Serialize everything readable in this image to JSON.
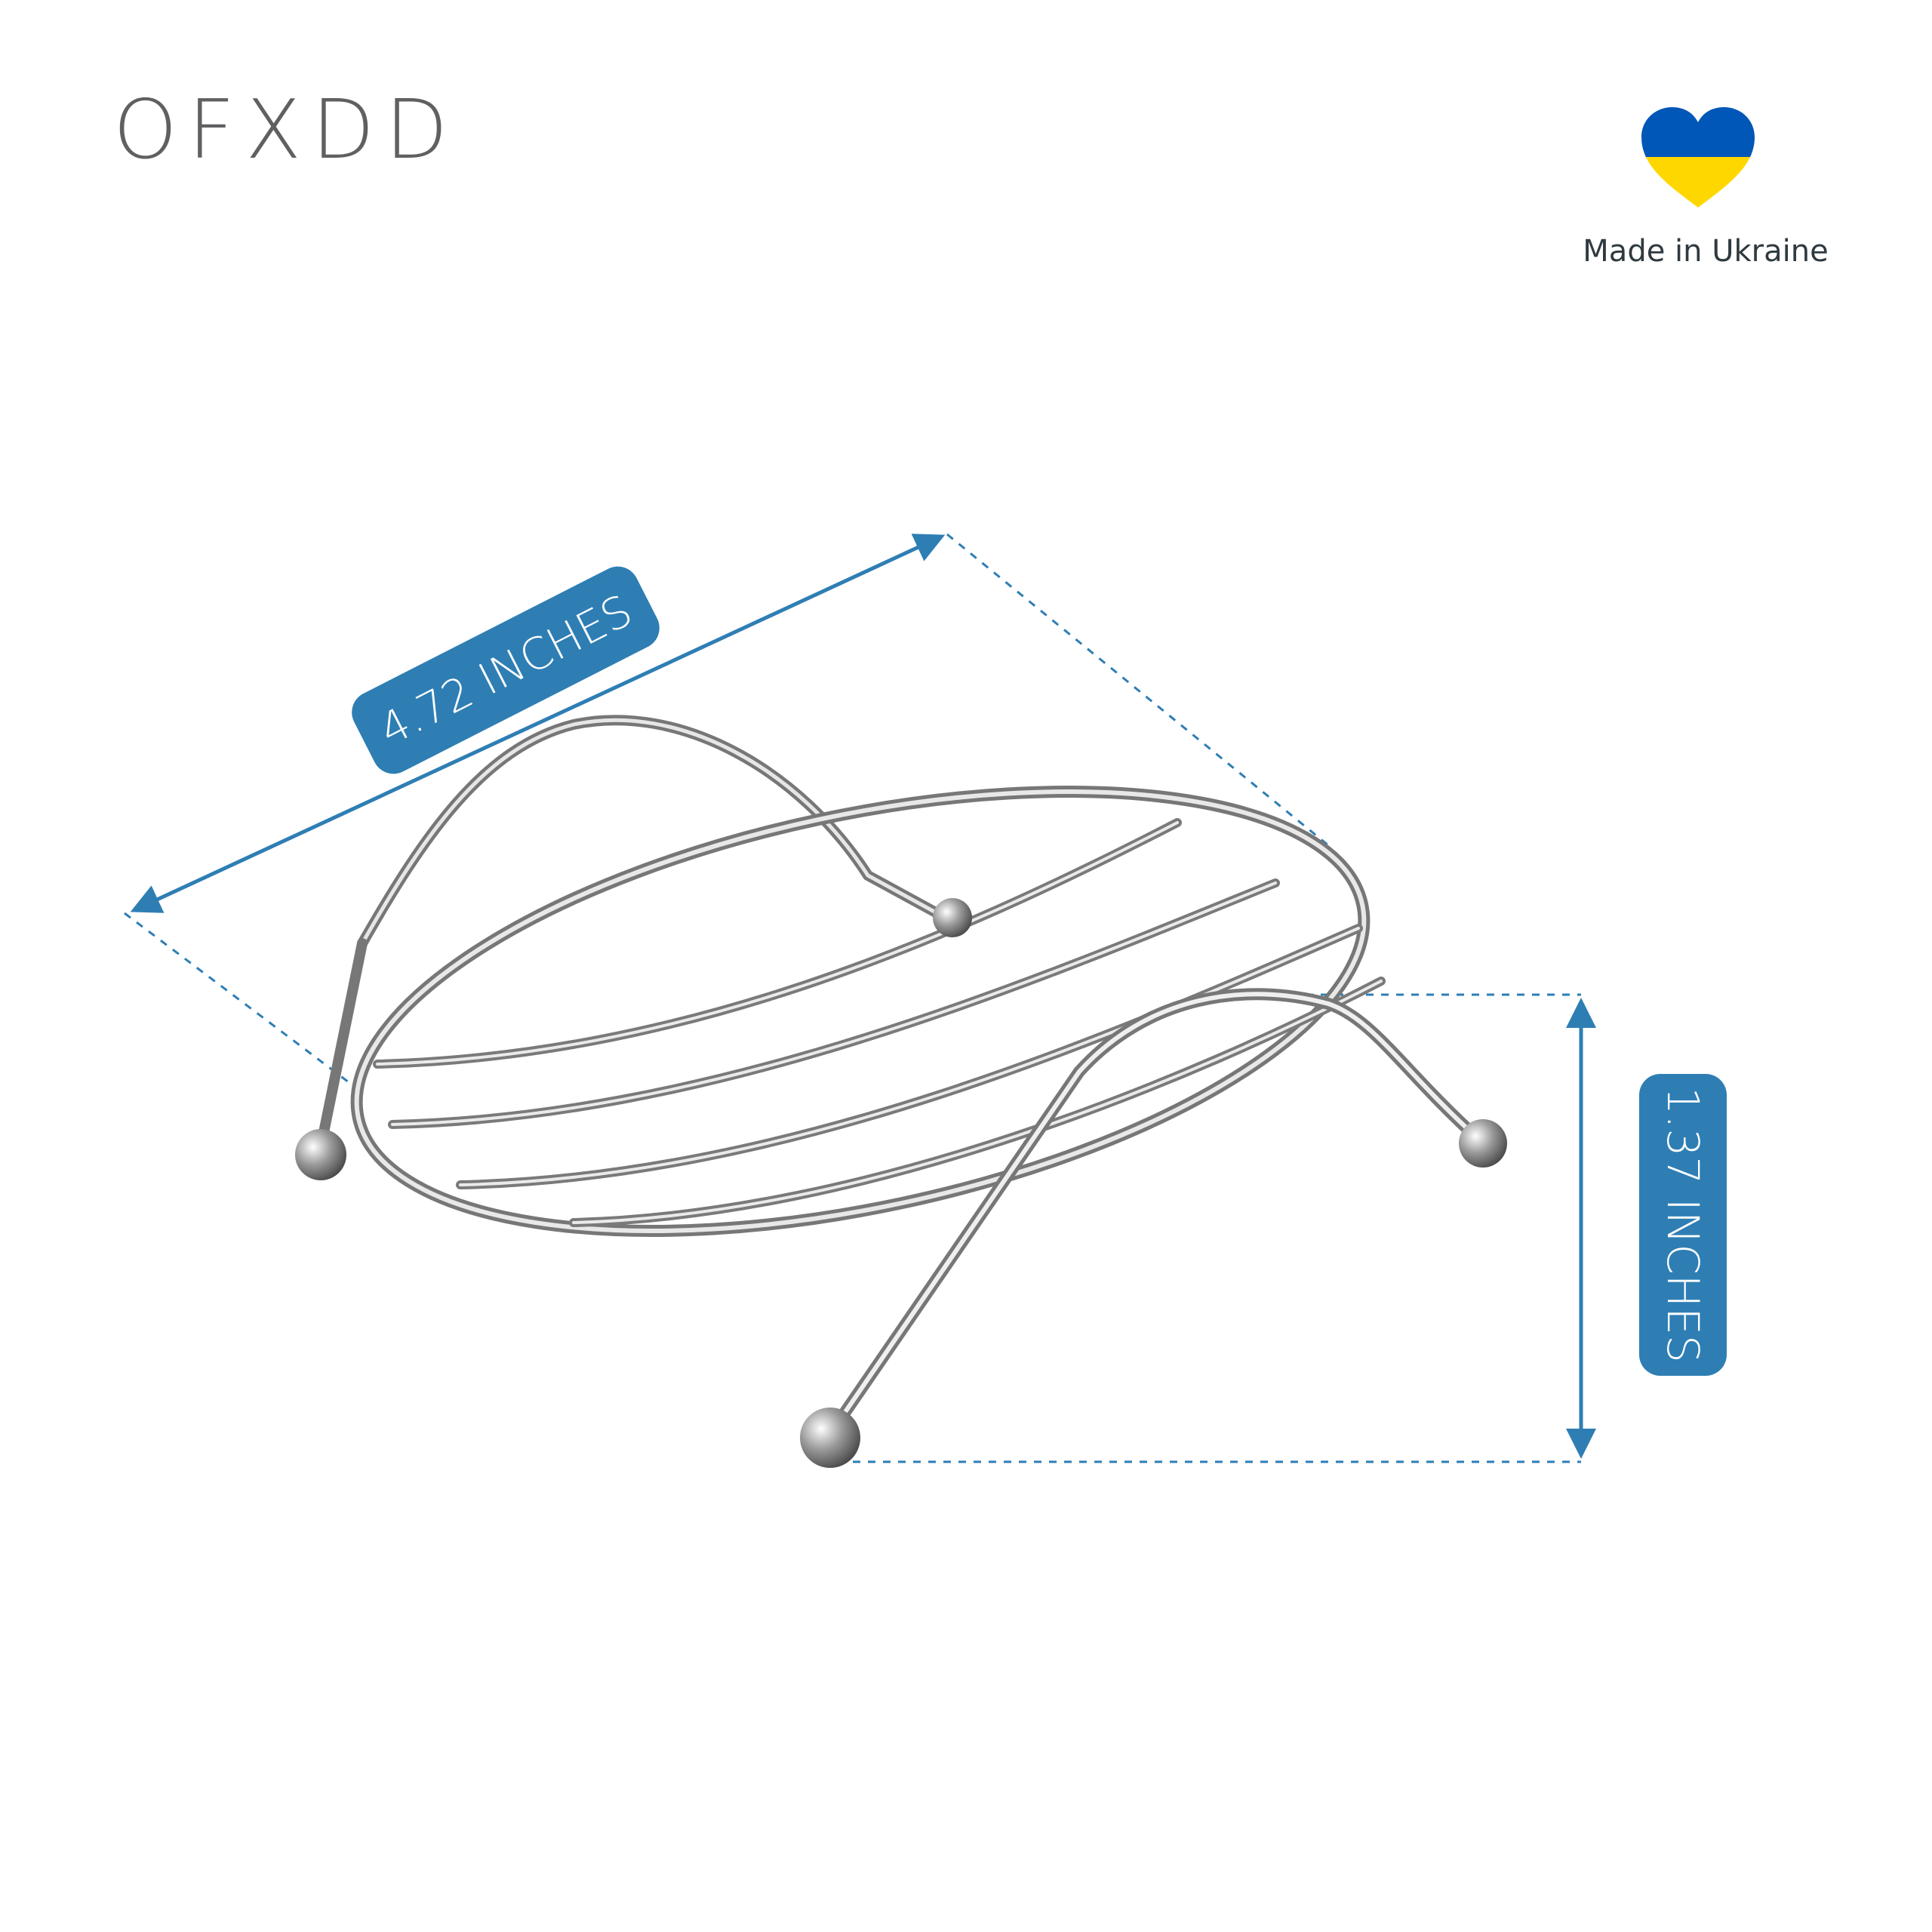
{
  "brand": {
    "name": "OFXDD"
  },
  "origin": {
    "label": "Made in Ukraine",
    "flag_colors": {
      "top": "#0057b7",
      "bottom": "#ffd700"
    }
  },
  "dimensions": {
    "width_label": "4.72 INCHES",
    "height_label": "1.37 INCHES",
    "accent_color": "#2e7eb4"
  },
  "product": {
    "icon": "wire-soap-dish-icon"
  }
}
